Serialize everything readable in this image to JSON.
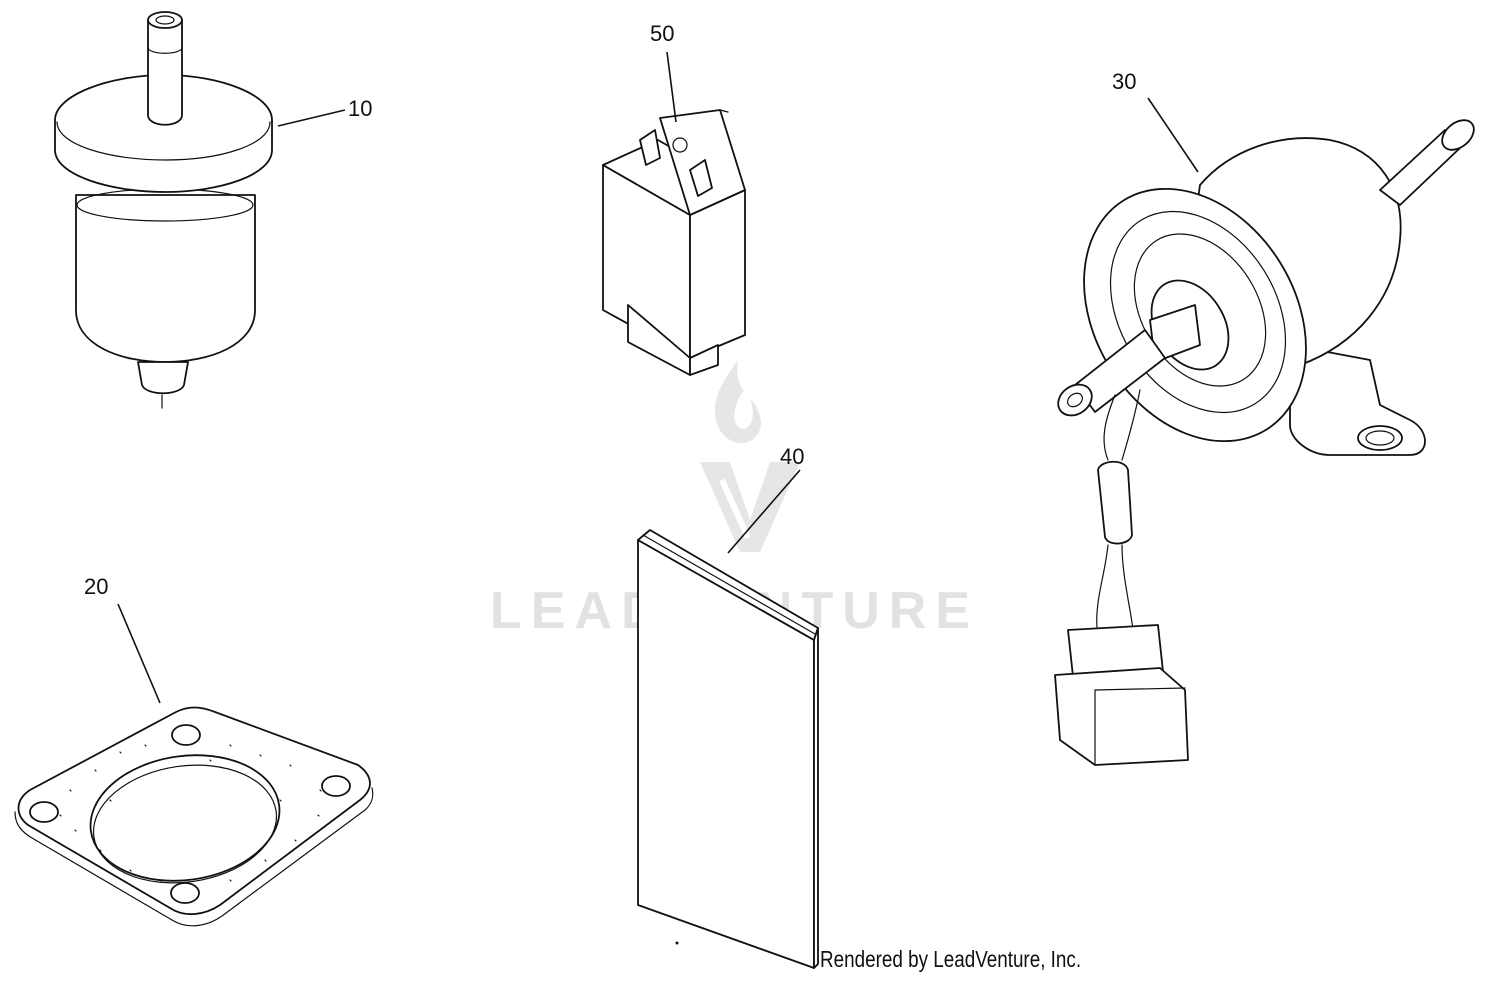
{
  "diagram": {
    "callouts": {
      "filter": "10",
      "gasket": "20",
      "pump": "30",
      "booklet": "40",
      "relay": "50"
    },
    "watermark": "LEADVENTURE",
    "credit": "Rendered by LeadVenture, Inc."
  }
}
